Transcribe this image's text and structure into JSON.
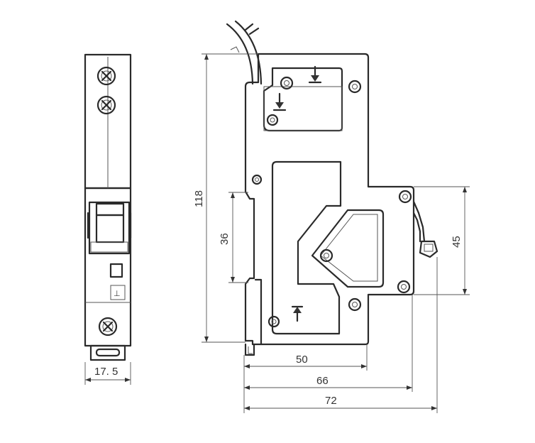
{
  "dimensions": {
    "front_width": "17. 5",
    "height_total": "118",
    "handle_travel": "36",
    "din_depth": "45",
    "depth_50": "50",
    "depth_66": "66",
    "depth_72": "72"
  }
}
